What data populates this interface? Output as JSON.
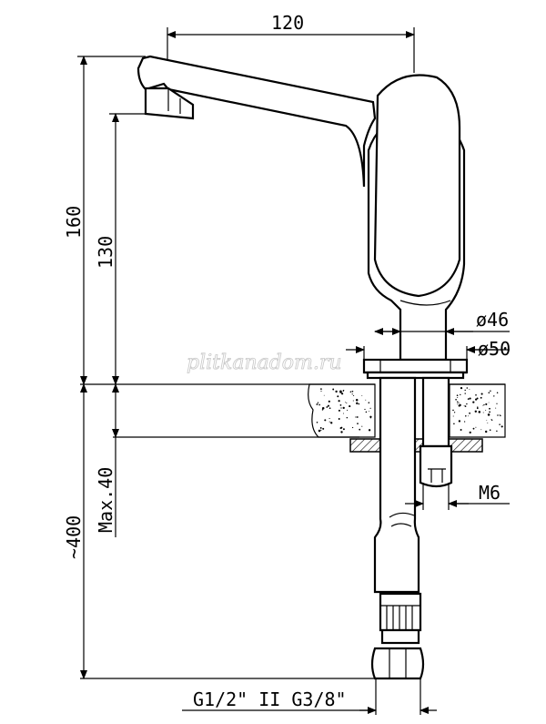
{
  "dimensions": {
    "width_120": "120",
    "height_160": "160",
    "height_130": "130",
    "dia_46": "ø46",
    "dia_50": "ø50",
    "max_40": "Max.40",
    "hose_400": "~400",
    "stud_m6": "M6",
    "threads": "G1/2\" II G3/8\""
  },
  "watermark": "plitkanadom.ru",
  "colors": {
    "line": "#000000",
    "speckle": "#000000",
    "watermark": "#c8c8c8"
  }
}
